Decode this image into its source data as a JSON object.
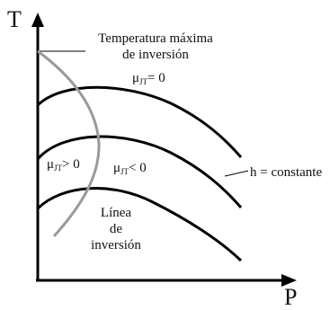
{
  "axes": {
    "y_label": "T",
    "x_label": "P"
  },
  "annotations": {
    "max_temp_line1": "Temperatura máxima",
    "max_temp_line2": "de inversión",
    "mu_symbol": "μ",
    "mu_sub": "JT",
    "mu_zero": "= 0",
    "mu_positive": "> 0",
    "mu_negative": "< 0",
    "enthalpy": "h = constante",
    "inversion_line1": "Línea",
    "inversion_line2": "de",
    "inversion_line3": "inversión"
  },
  "colors": {
    "axis": "#000000",
    "isenthalp": "#000000",
    "inversion_curve": "#9a9a9a"
  }
}
